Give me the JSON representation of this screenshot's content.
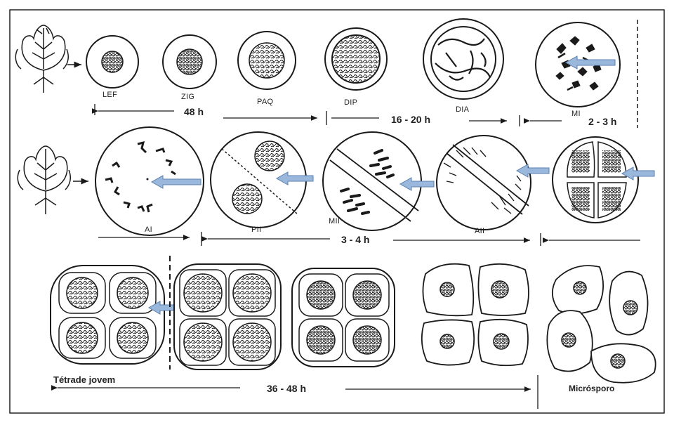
{
  "stages_row1": [
    "LEF",
    "ZIG",
    "PAQ",
    "DIP",
    "DIA",
    "MI"
  ],
  "stages_row2": [
    "AI",
    "PII",
    "MII",
    "AII"
  ],
  "times": {
    "t1": "48 h",
    "t2": "16 - 20 h",
    "t3": "2 - 3 h",
    "t4": "3 - 4 h",
    "t5": "36 - 48 h"
  },
  "captions": {
    "young_tetrad": "Tétrade jovem",
    "microspore": "Micrósporo"
  },
  "colors": {
    "ink": "#1a1a1a",
    "arrow_fill": "#9ab8dc",
    "arrow_stroke": "#5a7fb0",
    "border": "#222222"
  }
}
